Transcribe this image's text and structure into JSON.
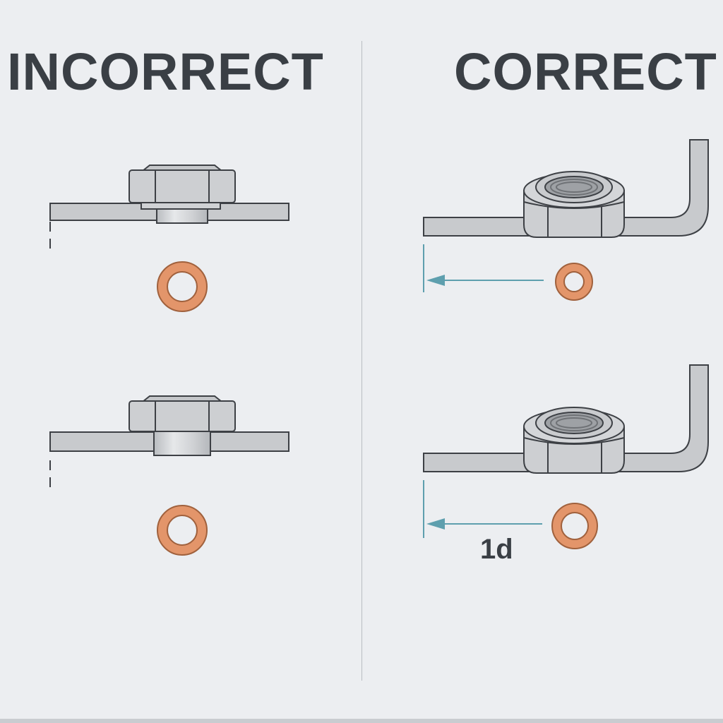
{
  "headings": {
    "incorrect": "INCORRECT",
    "correct": "CORRECT"
  },
  "dimension_label": "1d",
  "colors": {
    "background": "#eceef1",
    "heading_text": "#3a3f45",
    "steel": "#c8cacd",
    "steel_dark": "#3d4045",
    "washer": "#e3956a",
    "arrow": "#5e9fae"
  }
}
